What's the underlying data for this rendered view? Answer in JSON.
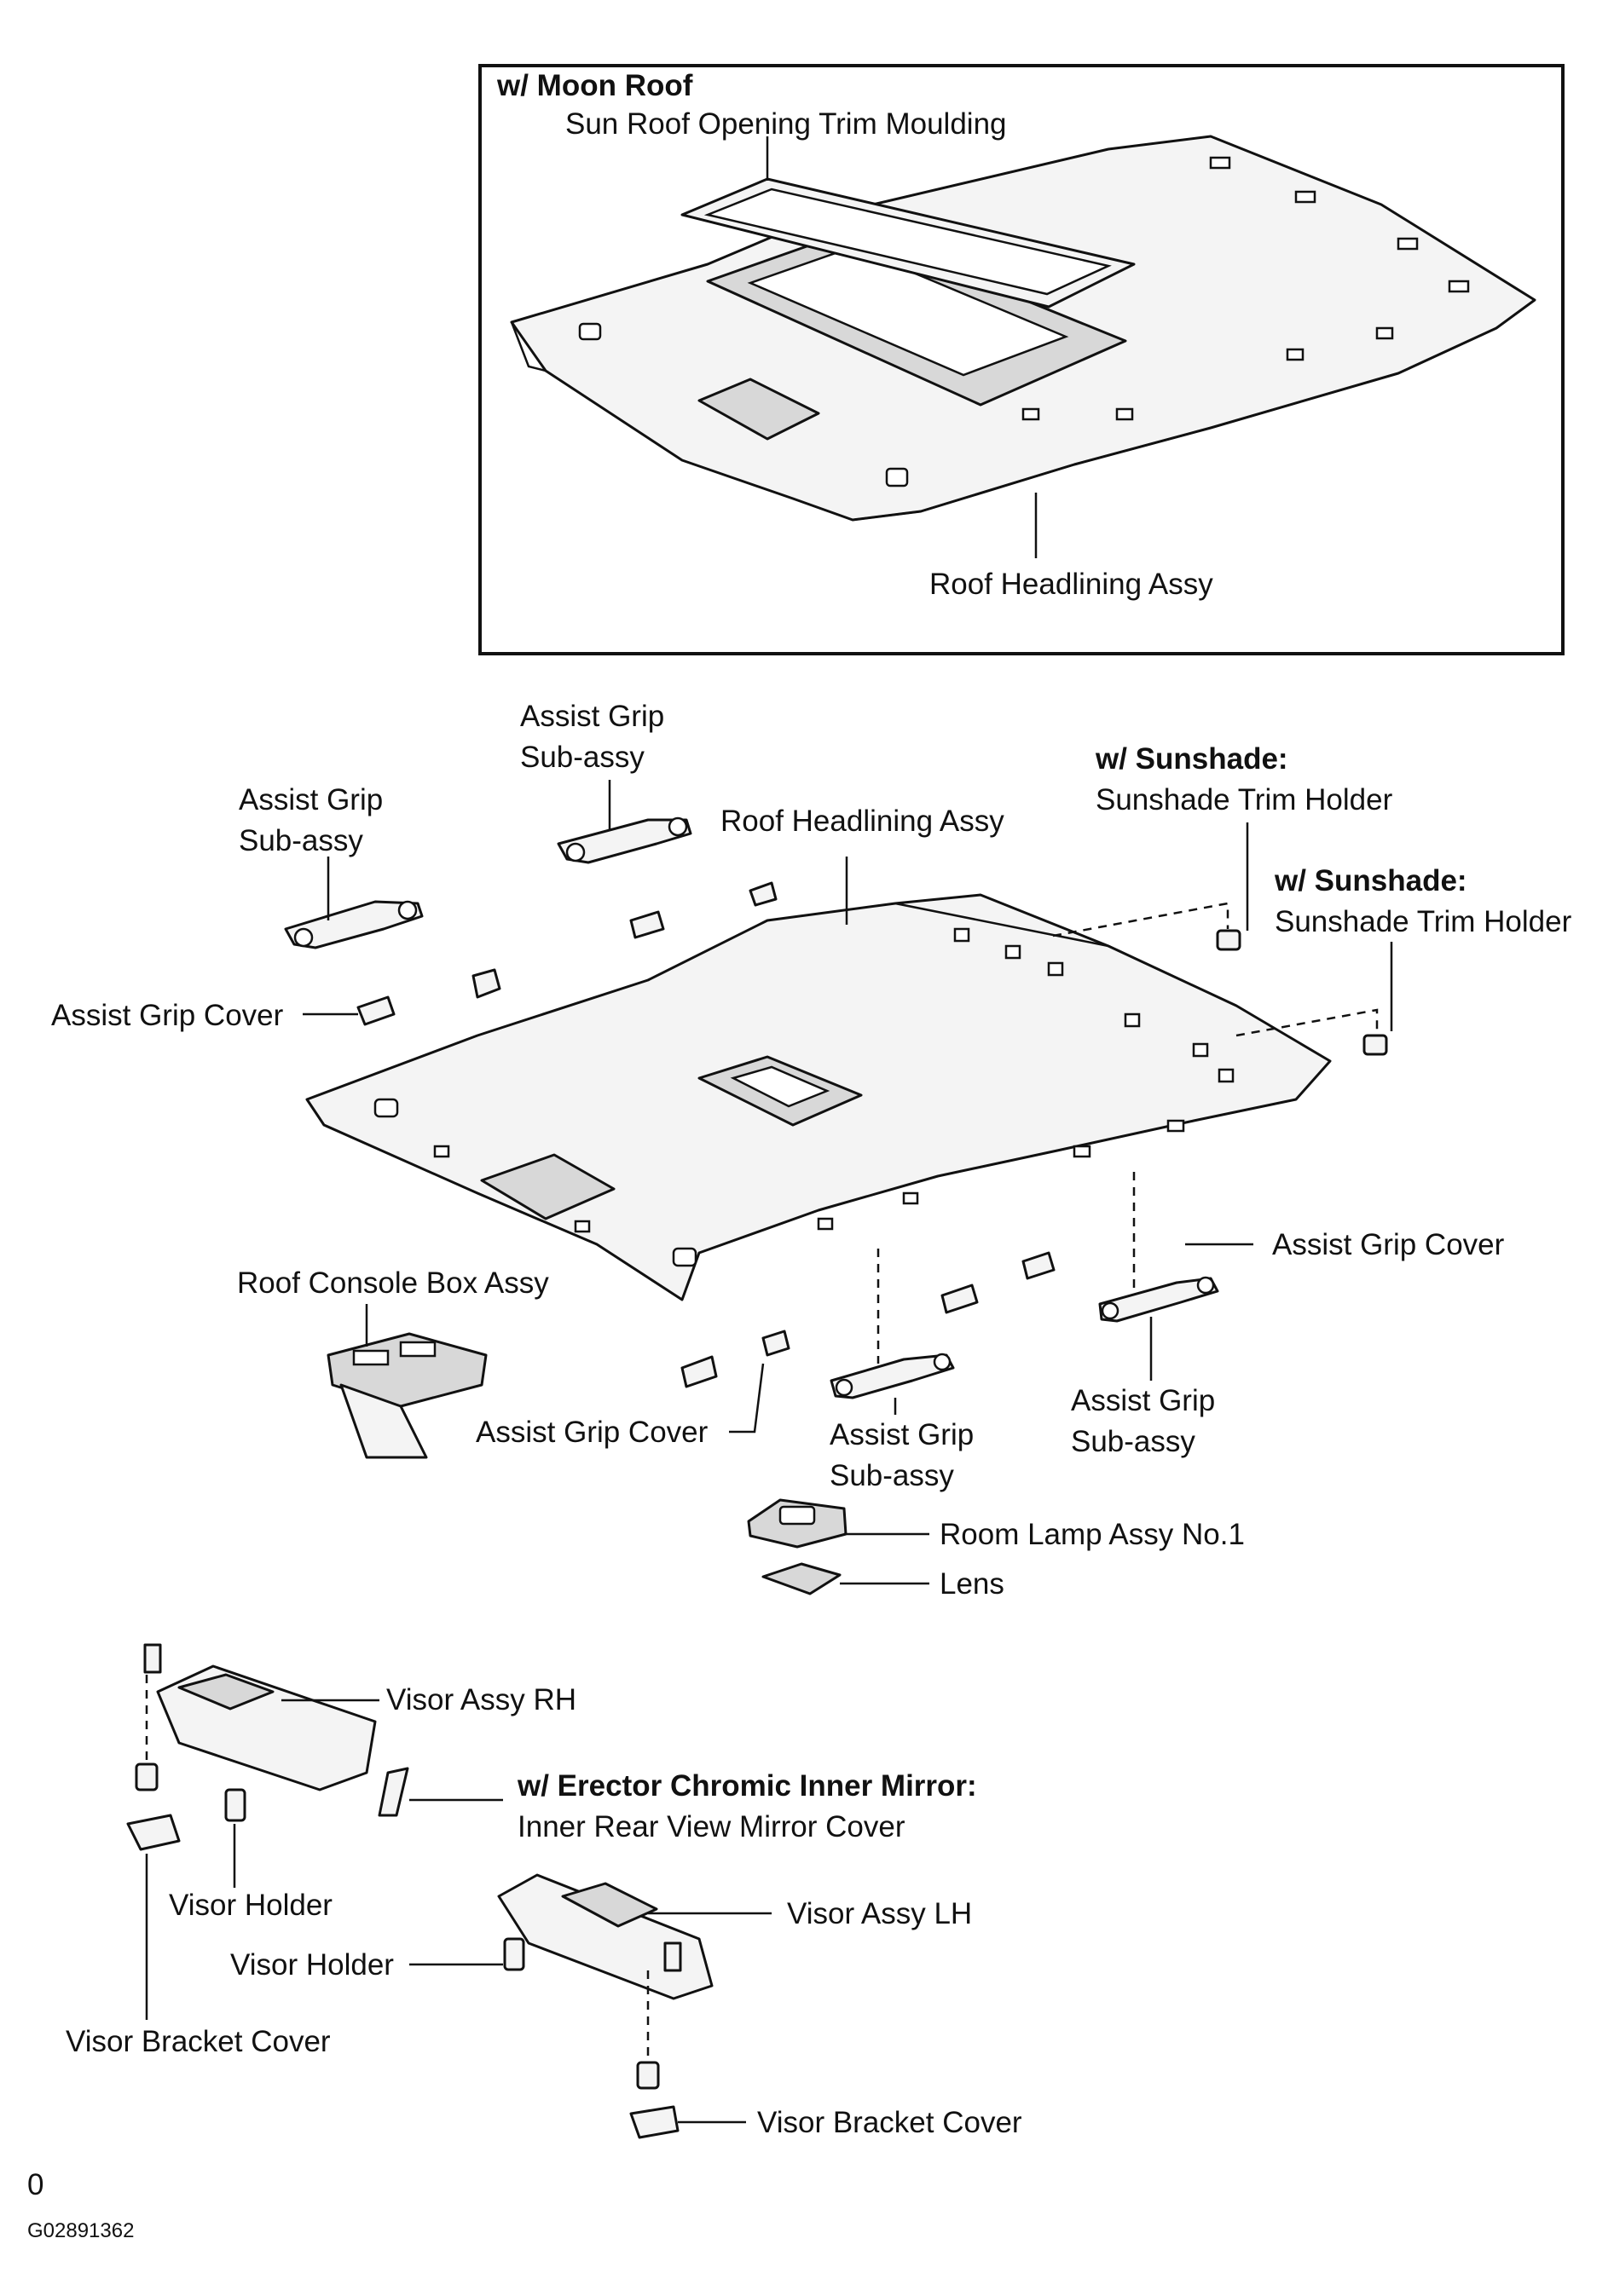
{
  "figure_id": "G02891362",
  "page_marker": "0",
  "moon_roof_box": {
    "heading": "w/ Moon Roof",
    "sun_roof_moulding": "Sun Roof Opening Trim Moulding",
    "headlining": "Roof Headlining Assy"
  },
  "main": {
    "assist_grip_subassy_line1": "Assist Grip",
    "assist_grip_subassy_line2": "Sub-assy",
    "assist_grip_cover": "Assist Grip Cover",
    "roof_headlining": "Roof Headlining Assy",
    "sunshade_condition": "w/ Sunshade:",
    "sunshade_trim_holder": "Sunshade Trim Holder",
    "roof_console_box": "Roof Console Box Assy",
    "room_lamp": "Room Lamp Assy No.1",
    "lens": "Lens"
  },
  "visors": {
    "visor_rh": "Visor Assy RH",
    "mirror_condition": "w/ Erector Chromic Inner Mirror:",
    "mirror_cover": "Inner Rear View Mirror Cover",
    "visor_holder": "Visor Holder",
    "visor_lh": "Visor Assy LH",
    "visor_bracket_cover": "Visor Bracket Cover"
  }
}
